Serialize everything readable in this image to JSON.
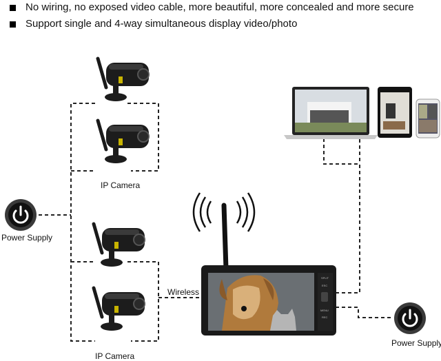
{
  "bullets": [
    "No wiring, no exposed video cable, more beautiful, more concealed and more secure",
    "Support single and 4-way simultaneous display video/photo"
  ],
  "labels": {
    "ip_camera_top": "IP Camera",
    "ip_camera_bottom": "IP Camera",
    "power_supply_left": "Power Supply",
    "power_supply_right": "Power Supply",
    "wireless": "Wireless"
  },
  "monitor_buttons": [
    "SPLIT",
    "ESC",
    "MENU",
    "REC"
  ],
  "icons": [
    "camera-icon",
    "power-icon",
    "laptop-icon",
    "tablet-icon",
    "phone-icon",
    "monitor-icon",
    "wireless-signal-icon"
  ]
}
